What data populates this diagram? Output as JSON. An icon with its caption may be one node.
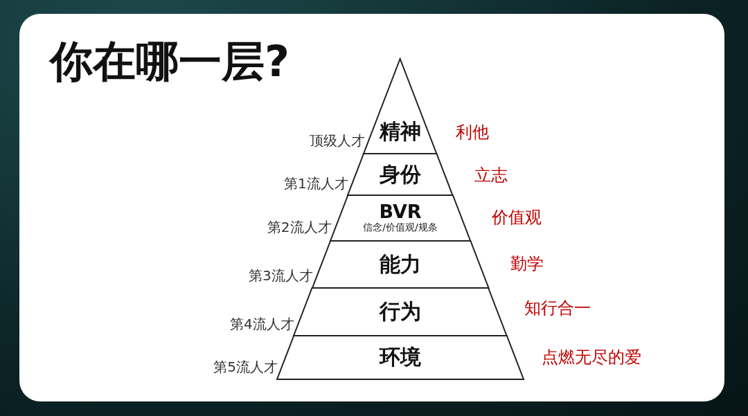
{
  "diagram": {
    "title": "你在哪一层?",
    "nodes": [
      {
        "text": [
          "精神"
        ],
        "beside": [
          "顶级人才",
          "利他"
        ]
      },
      {
        "text": [
          "身份"
        ],
        "beside": [
          "第1流人才",
          "立志"
        ]
      },
      {
        "text": [
          "BVR",
          "信念/价值观/规条"
        ],
        "beside": [
          "第2流人才",
          "价值观"
        ]
      },
      {
        "text": [
          "能力"
        ],
        "beside": [
          "第3流人才",
          "勤学"
        ]
      },
      {
        "text": [
          "行为"
        ],
        "beside": [
          "第4流人才",
          "知行合一"
        ]
      },
      {
        "text": [
          "环境"
        ],
        "beside": [
          "第5流人才",
          "点燃无尽的爱"
        ]
      }
    ]
  }
}
